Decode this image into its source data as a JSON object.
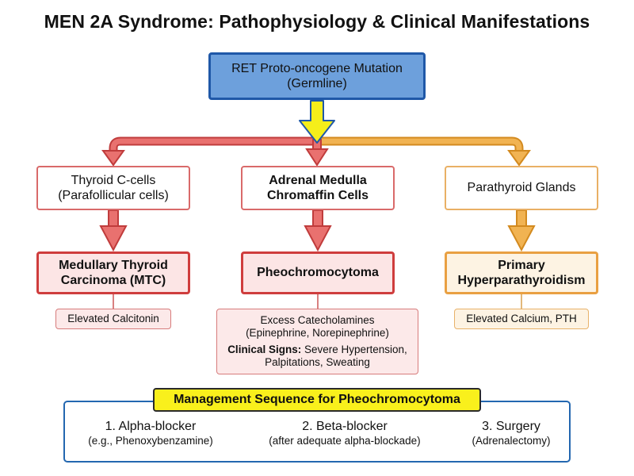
{
  "title": "MEN 2A Syndrome: Pathophysiology & Clinical Manifestations",
  "root": {
    "line1": "RET Proto-oncogene Mutation",
    "line2": "(Germline)"
  },
  "branches": {
    "thyroid": {
      "cell_line1": "Thyroid C-cells",
      "cell_line2": "(Parafollicular cells)",
      "disease_line1": "Medullary Thyroid",
      "disease_line2": "Carcinoma (MTC)",
      "finding": "Elevated Calcitonin"
    },
    "adrenal": {
      "cell_line1": "Adrenal Medulla",
      "cell_line2": "Chromaffin Cells",
      "disease": "Pheochromocytoma",
      "finding_line1": "Excess Catecholamines",
      "finding_line2": "(Epinephrine, Norepinephrine)",
      "signs_label": "Clinical Signs:",
      "signs_line1": "Severe Hypertension,",
      "signs_line2": "Palpitations, Sweating"
    },
    "parathyroid": {
      "cell": "Parathyroid Glands",
      "disease_line1": "Primary",
      "disease_line2": "Hyperparathyroidism",
      "finding": "Elevated Calcium, PTH"
    }
  },
  "management": {
    "title": "Management Sequence for Pheochromocytoma",
    "steps": [
      {
        "label": "1. Alpha-blocker",
        "detail": "(e.g., Phenoxybenzamine)"
      },
      {
        "label": "2. Beta-blocker",
        "detail": "(after adequate alpha-blockade)"
      },
      {
        "label": "3. Surgery",
        "detail": "(Adrenalectomy)"
      }
    ]
  },
  "colors": {
    "root_fill": "#6da0dc",
    "root_border": "#1f58a8",
    "central_arrow": "#f5ee1a",
    "red_arrow": "#e9716f",
    "orange_arrow": "#f1b352",
    "management_border": "#2367b0",
    "management_title_fill": "#f9f01c"
  }
}
